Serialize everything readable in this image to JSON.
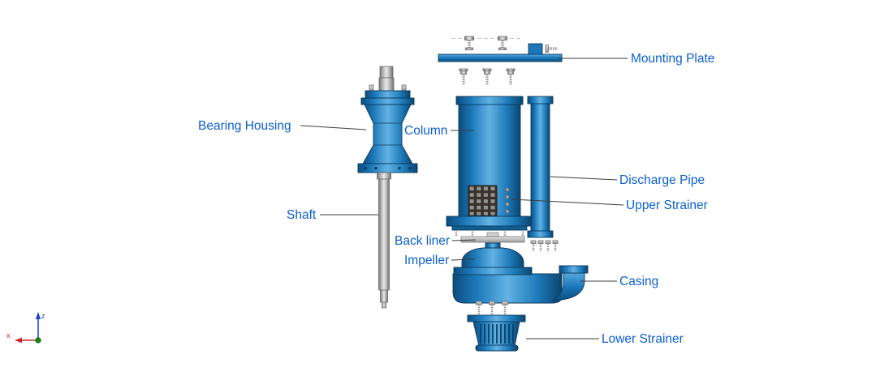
{
  "diagram": {
    "labels": {
      "mounting_plate": "Mounting Plate",
      "bearing_housing": "Bearing Housing",
      "column": "Column",
      "shaft": "Shaft",
      "discharge_pipe": "Discharge Pipe",
      "upper_strainer": "Upper Strainer",
      "back_liner": "Back liner",
      "impeller": "Impeller",
      "casing": "Casing",
      "lower_strainer": "Lower Strainer"
    },
    "axes": {
      "vertical": "z",
      "horizontal": "x"
    },
    "colors": {
      "label_text": "#0B5FD0",
      "part_blue": "#1B77B8",
      "part_blue_dark": "#0C4C7E",
      "part_blue_light": "#62B2E4",
      "shaft_gray": "#B5B5B5",
      "leader_line": "#3D3D3D",
      "axis_z": "#2244CC",
      "axis_x": "#CC2222",
      "axis_origin": "#128A12",
      "background": "#FFFFFF"
    }
  }
}
